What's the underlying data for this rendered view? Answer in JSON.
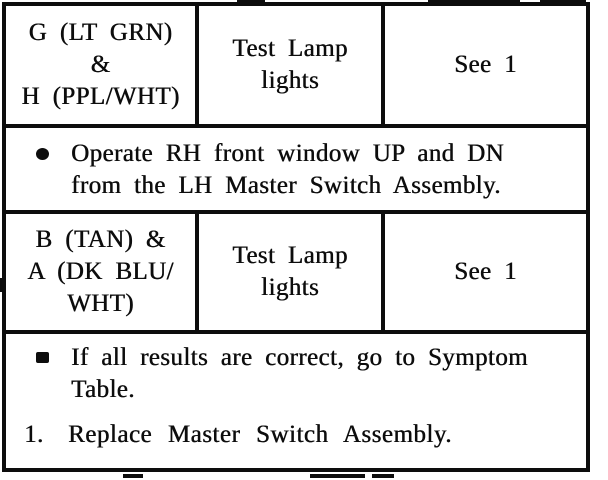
{
  "page": {
    "background": "#ffffff",
    "ink_color": "#0d0d0d"
  },
  "table": {
    "rows": [
      {
        "kind": "test-result-row",
        "cells": [
          {
            "lines": [
              "G (LT GRN)",
              "&",
              "H (PPL/WHT)"
            ]
          },
          {
            "lines": [
              "Test Lamp",
              "lights"
            ]
          },
          {
            "lines": [
              "See 1"
            ]
          }
        ]
      },
      {
        "kind": "bullet-instruction",
        "bullet_icon": "filled-circle-bullet",
        "lines": [
          "Operate RH front window UP and DN",
          "from the LH Master Switch Assembly."
        ]
      },
      {
        "kind": "test-result-row",
        "cells": [
          {
            "lines": [
              "B (TAN) &",
              "A (DK BLU/",
              "WHT)"
            ]
          },
          {
            "lines": [
              "Test Lamp",
              "lights"
            ]
          },
          {
            "lines": [
              "See 1"
            ]
          }
        ]
      },
      {
        "kind": "bullet-and-numbered-step",
        "bullet_icon": "filled-square-bullet",
        "bullet_lines": [
          "If all results are correct, go to Symptom",
          "Table."
        ],
        "step_number": "1.",
        "step_text": "Replace Master Switch Assembly."
      }
    ]
  }
}
